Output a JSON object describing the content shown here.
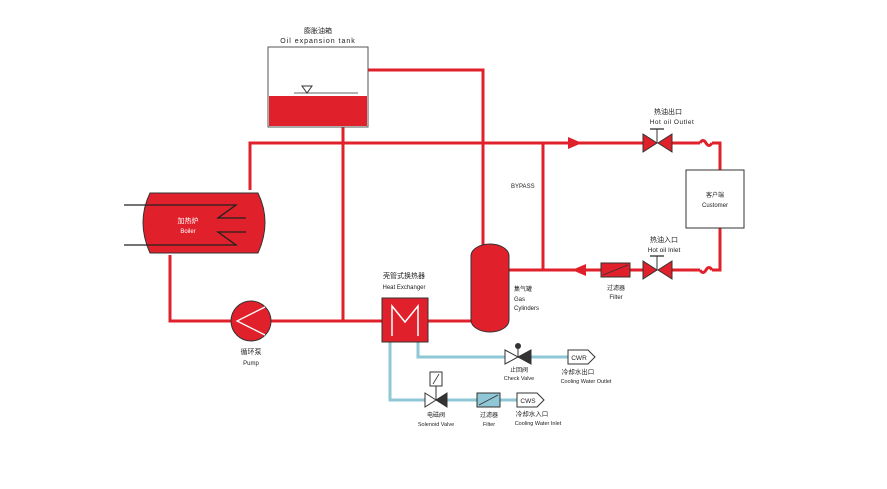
{
  "colors": {
    "oil_line": "#e0202a",
    "water_line": "#8fc7d6",
    "outline": "#333333",
    "background": "#ffffff"
  },
  "labels": {
    "expansion_tank_cn": "膨胀油箱",
    "expansion_tank_en": "Oil expansion tank",
    "hot_oil_outlet_cn": "热油出口",
    "hot_oil_outlet_en": "Hot oil Outlet",
    "hot_oil_inlet_cn": "热油入口",
    "hot_oil_inlet_en": "Hot oil Inlet",
    "customer_cn": "客户端",
    "customer_en": "Customer",
    "bypass": "BYPASS",
    "boiler_cn": "加热炉",
    "boiler_en": "Boiler",
    "pump_cn": "循环泵",
    "pump_en": "Pump",
    "heat_exchanger_cn": "壳管式换热器",
    "heat_exchanger_en": "Heat Exchanger",
    "gas_cylinders_cn": "集气罐",
    "gas_cylinders_en_1": "Gas",
    "gas_cylinders_en_2": "Cylinders",
    "filter_top_cn": "过滤器",
    "filter_top_en": "Filter",
    "check_valve_cn": "止回阀",
    "check_valve_en": "Check Valve",
    "cwr": "CWR",
    "cooling_outlet_cn": "冷却水出口",
    "cooling_outlet_en": "Cooling Water Outlet",
    "solenoid_valve_cn": "电磁阀",
    "solenoid_valve_en": "Solenoid Valve",
    "filter_bottom_cn": "过滤器",
    "filter_bottom_en": "Filter",
    "cws": "CWS",
    "cooling_inlet_cn": "冷却水入口",
    "cooling_inlet_en": "Cooling Water Inlet"
  }
}
